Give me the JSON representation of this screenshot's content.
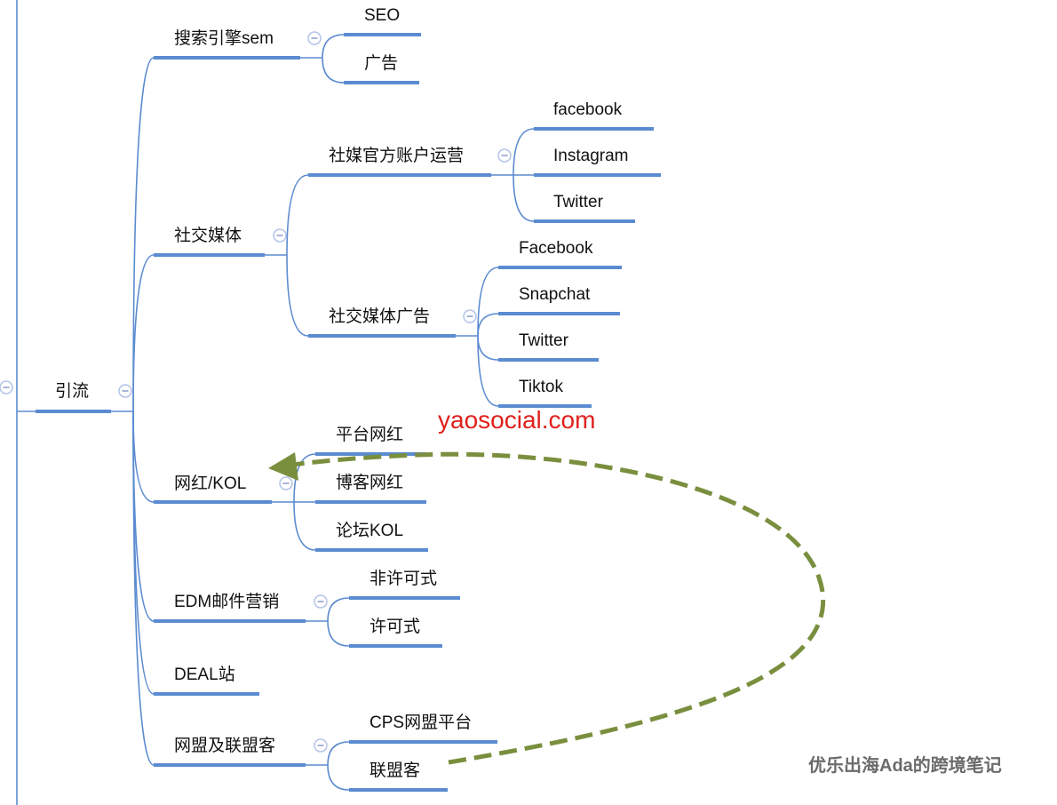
{
  "map": {
    "root": {
      "label": "引流"
    },
    "branches": [
      {
        "label": "搜索引擎sem",
        "children": [
          {
            "label": "SEO"
          },
          {
            "label": "广告"
          }
        ]
      },
      {
        "label": "社交媒体",
        "children": [
          {
            "label": "社媒官方账户运营",
            "children": [
              {
                "label": "facebook"
              },
              {
                "label": "Instagram"
              },
              {
                "label": "Twitter"
              }
            ]
          },
          {
            "label": "社交媒体广告",
            "children": [
              {
                "label": "Facebook"
              },
              {
                "label": "Snapchat"
              },
              {
                "label": "Twitter"
              },
              {
                "label": "Tiktok"
              }
            ]
          }
        ]
      },
      {
        "label": "网红/KOL",
        "children": [
          {
            "label": "平台网红"
          },
          {
            "label": "博客网红"
          },
          {
            "label": "论坛KOL"
          }
        ]
      },
      {
        "label": "EDM邮件营销",
        "children": [
          {
            "label": "非许可式"
          },
          {
            "label": "许可式"
          }
        ]
      },
      {
        "label": "DEAL站"
      },
      {
        "label": "网盟及联盟客",
        "children": [
          {
            "label": "CPS网盟平台"
          },
          {
            "label": "联盟客"
          }
        ]
      }
    ]
  },
  "watermark": "yaosocial.com",
  "brand": "优乐出海Ada的跨境笔记",
  "colors": {
    "line": "#5b8bd0",
    "arrow": "#7a8f3e",
    "watermark": "#e0201c"
  }
}
